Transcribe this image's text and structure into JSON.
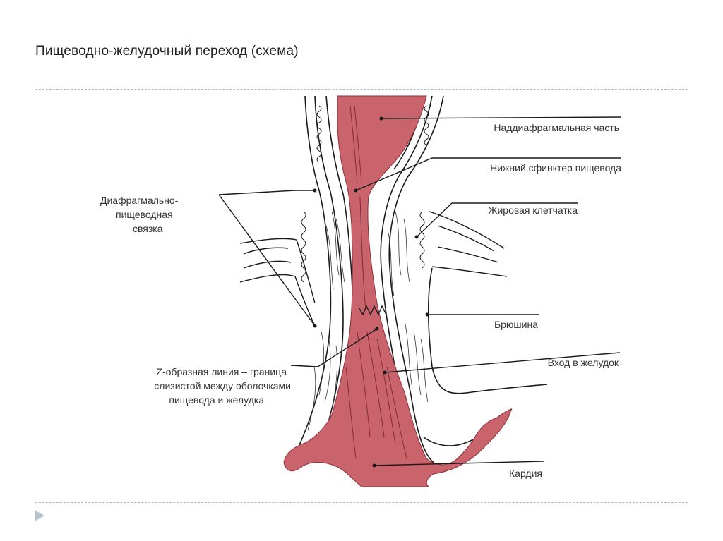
{
  "title": "Пищеводно-желудочный переход (схема)",
  "colors": {
    "mucosa": "#c9636c",
    "mucosa_dark": "#8e3039",
    "line": "#1a1a1a",
    "rule": "#a9b6c4",
    "nav_arrow": "#b8c3ce"
  },
  "icons": {
    "nav": "triangle-right-icon"
  },
  "labels": {
    "supradiaphragmatic": "Наддиафрагмальная часть",
    "lower_sphincter": "Нижний сфинктер пищевода",
    "fatty_tissue": "Жировая клетчатка",
    "phrenoesophageal_1": "Диафрагмально-",
    "phrenoesophageal_2": "пищеводная",
    "phrenoesophageal_3": "связка",
    "peritoneum": "Брюшина",
    "stomach_entrance": "Вход в желудок",
    "zline_1": "Z-образная линия – граница",
    "zline_2": "слизистой между оболочками",
    "zline_3": "пищевода и желудка",
    "cardia": "Кардия"
  }
}
